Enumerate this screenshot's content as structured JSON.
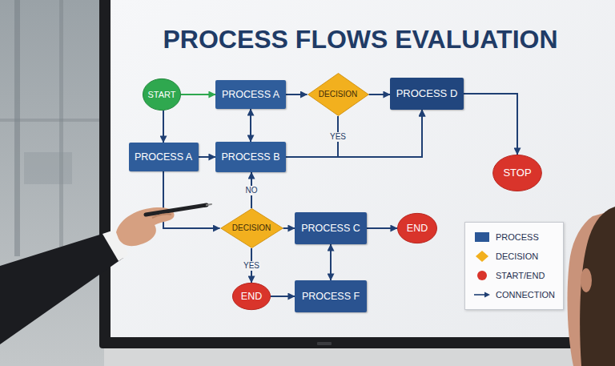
{
  "diagram": {
    "title": "PROCESS FLOWS EVALUATION",
    "nodes": [
      {
        "text": [
          "START"
        ]
      },
      {
        "text": [
          "PROCESS A"
        ]
      },
      {
        "text": [
          "DECISION"
        ]
      },
      {
        "text": [
          "PROCESS D"
        ]
      },
      {
        "text": [
          "PROCESS A"
        ]
      },
      {
        "text": [
          "PROCESS B"
        ]
      },
      {
        "text": [
          "STOP"
        ]
      },
      {
        "text": [
          "DECISION"
        ]
      },
      {
        "text": [
          "PROCESS C"
        ]
      },
      {
        "text": [
          "END"
        ]
      },
      {
        "text": [
          "END"
        ]
      },
      {
        "text": [
          "PROCESS F"
        ]
      }
    ],
    "edges": [
      {
        "from": 0,
        "to": 1,
        "arrow": "to"
      },
      {
        "from": 0,
        "to": 4,
        "arrow": "to"
      },
      {
        "from": 1,
        "to": 2,
        "arrow": "to"
      },
      {
        "from": 2,
        "to": 3,
        "arrow": "to"
      },
      {
        "from": 1,
        "to": 5,
        "arrow": "both"
      },
      {
        "from": 4,
        "to": 5,
        "arrow": "to"
      },
      {
        "from": 5,
        "to": 3,
        "arrow": "to"
      },
      {
        "from": 2,
        "to": 3,
        "label": "YES",
        "arrow": "to"
      },
      {
        "from": 3,
        "to": 6,
        "arrow": "to"
      },
      {
        "from": 7,
        "to": 5,
        "label": "NO",
        "arrow": "to"
      },
      {
        "from": 4,
        "to": 7,
        "arrow": "to"
      },
      {
        "from": 7,
        "to": 8,
        "arrow": "to"
      },
      {
        "from": 8,
        "to": 9,
        "arrow": "to"
      },
      {
        "from": 7,
        "to": 10,
        "label": "YES",
        "arrow": "to"
      },
      {
        "from": 10,
        "to": 11,
        "arrow": "to"
      },
      {
        "from": 8,
        "to": 11,
        "arrow": "both"
      }
    ],
    "legend": [
      {
        "text": "PROCESS",
        "color": "#2b5797"
      },
      {
        "text": "DECISION",
        "color": "#f2b01e"
      },
      {
        "text": "START/END",
        "color": "#d9342b"
      },
      {
        "text": "CONNECTION"
      }
    ]
  }
}
